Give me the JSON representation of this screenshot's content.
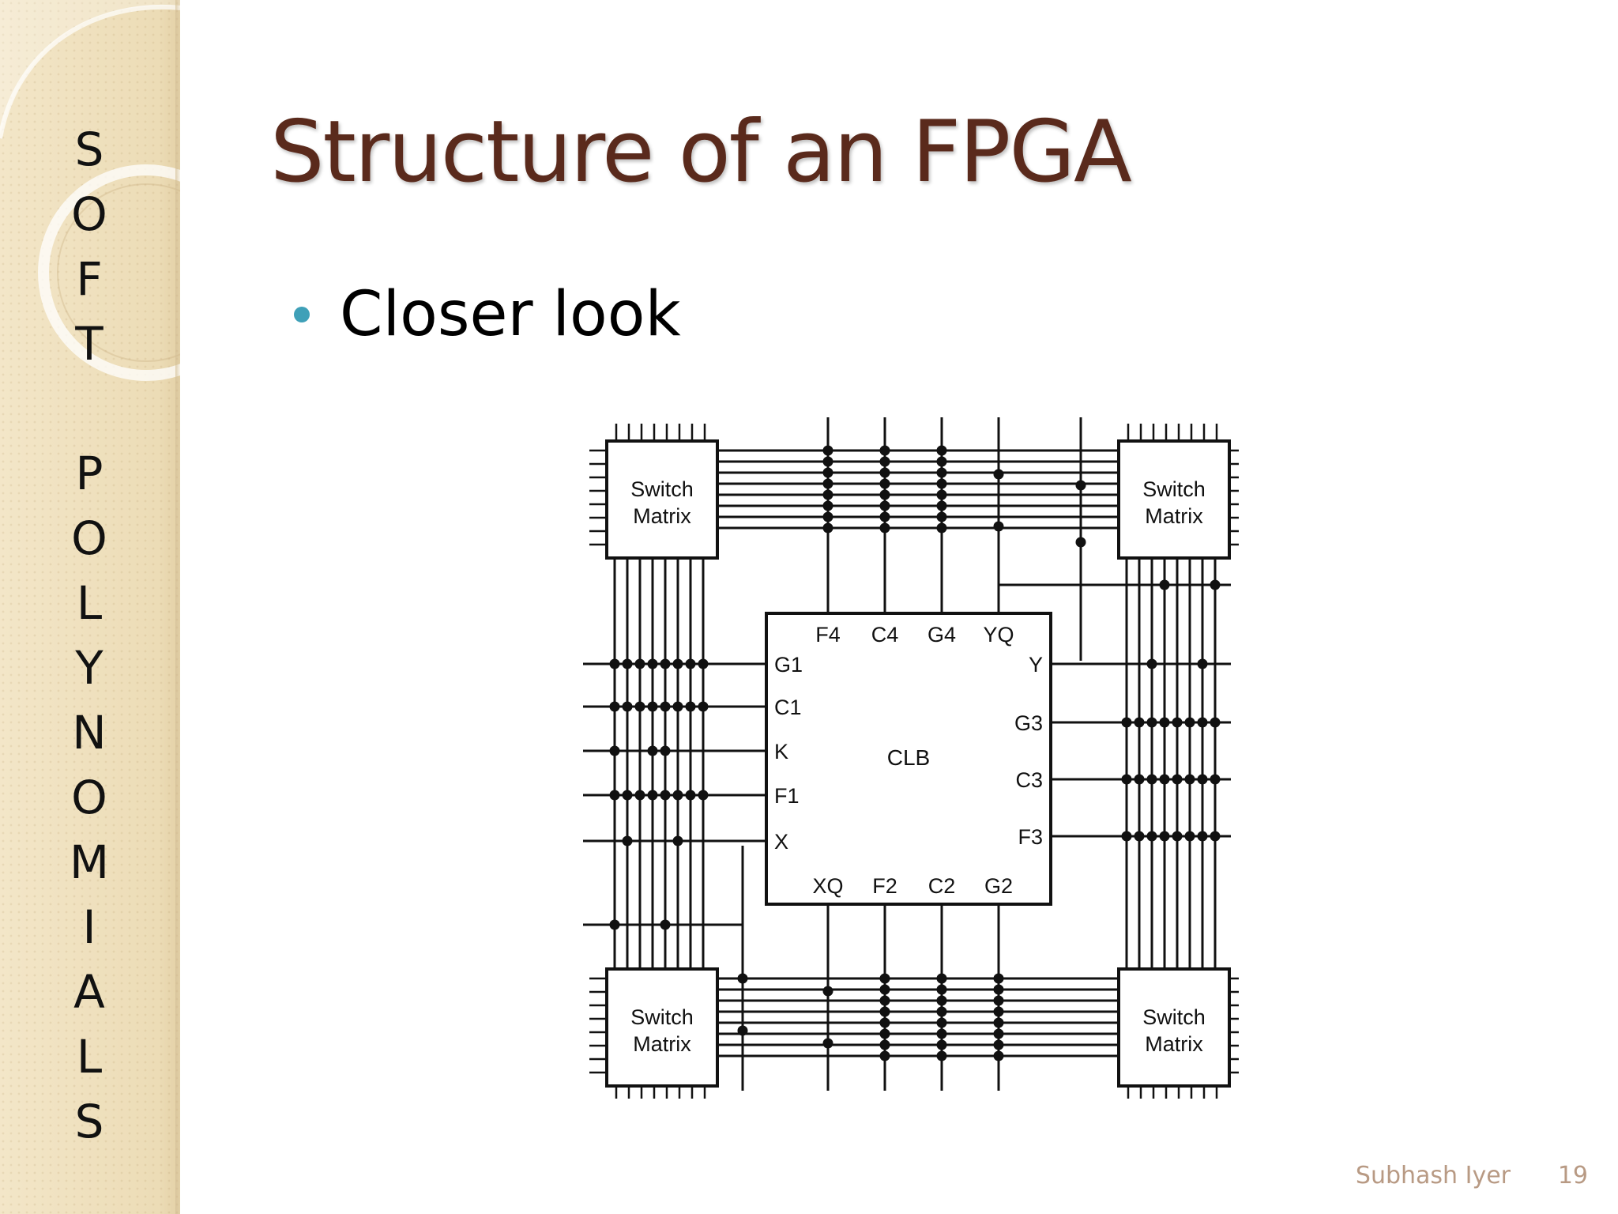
{
  "sidebar": {
    "vertical_title": [
      "S",
      "O",
      "F",
      "T",
      "",
      "P",
      "O",
      "L",
      "Y",
      "N",
      "O",
      "M",
      "I",
      "A",
      "L",
      "S"
    ]
  },
  "slide": {
    "title": "Structure of an FPGA",
    "bullet": "Closer look"
  },
  "diagram": {
    "switch_matrix_label_line1": "Switch",
    "switch_matrix_label_line2": "Matrix",
    "clb_label": "CLB",
    "pins_top": [
      "F4",
      "C4",
      "G4",
      "YQ"
    ],
    "pins_left": [
      "G1",
      "C1",
      "K",
      "F1",
      "X"
    ],
    "pins_right": [
      "Y",
      "G3",
      "C3",
      "F3"
    ],
    "pins_bottom": [
      "XQ",
      "F2",
      "C2",
      "G2"
    ]
  },
  "footer": {
    "author": "Subhash Iyer",
    "page_number": "19"
  },
  "colors": {
    "title": "#5a2a1c",
    "bullet": "#3fa0b8",
    "footer": "#b89a84",
    "sidebar": "#f1e2c0"
  }
}
